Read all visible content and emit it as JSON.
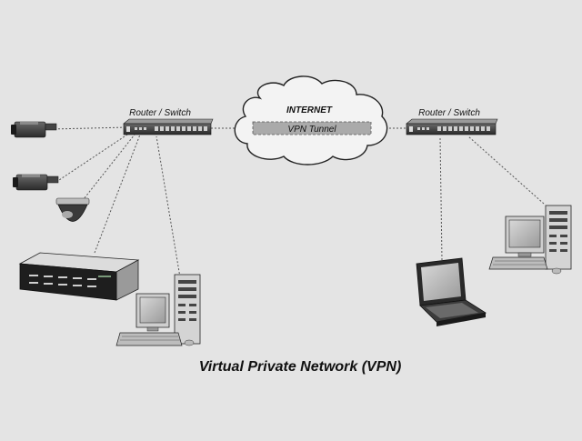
{
  "diagram": {
    "title": "Virtual Private Network (VPN)",
    "left_router": {
      "label": "Router / Switch",
      "icon": "router-switch-icon"
    },
    "right_router": {
      "label": "Router / Switch",
      "icon": "router-switch-icon"
    },
    "internet": {
      "label": "INTERNET",
      "icon": "cloud-icon"
    },
    "tunnel": {
      "label": "VPN Tunnel"
    },
    "devices": [
      {
        "icon": "box-camera-icon"
      },
      {
        "icon": "box-camera-icon"
      },
      {
        "icon": "dome-camera-icon"
      },
      {
        "icon": "video-recorder-icon"
      },
      {
        "icon": "desktop-computer-icon"
      },
      {
        "icon": "laptop-icon"
      },
      {
        "icon": "desktop-computer-icon"
      }
    ]
  }
}
